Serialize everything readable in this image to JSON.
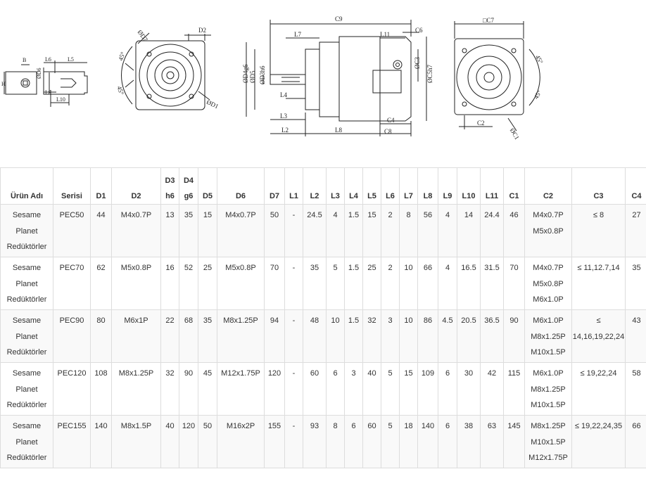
{
  "drawing": {
    "labels": {
      "B": "B",
      "H": "H",
      "L6": "L6",
      "L5": "L5",
      "D6": "ØD6",
      "L9": "L9",
      "L10": "L10",
      "D2": "D2",
      "D7": "ØD7",
      "D1": "ØD1",
      "a45": "45°",
      "C9": "C9",
      "L7": "L7",
      "L11": "L11",
      "C6": "C6",
      "D4": "ØD4g6",
      "D5": "ØD5",
      "D3": "ØD3h6",
      "L4": "L4",
      "L3": "L3",
      "L2": "L2",
      "L8": "L8",
      "C3": "ØC3",
      "C5": "ØC5h7",
      "C4": "C4",
      "C8": "C8",
      "C7": "□C7",
      "C2": "C2",
      "C1": "ØC1"
    }
  },
  "table": {
    "headers": [
      [
        "Ürün Adı"
      ],
      [
        "Serisi"
      ],
      [
        "D1"
      ],
      [
        "D2"
      ],
      [
        "D3",
        "h6"
      ],
      [
        "D4",
        "g6"
      ],
      [
        "D5"
      ],
      [
        "D6"
      ],
      [
        "D7"
      ],
      [
        "L1"
      ],
      [
        "L2"
      ],
      [
        "L3"
      ],
      [
        "L4"
      ],
      [
        "L5"
      ],
      [
        "L6"
      ],
      [
        "L7"
      ],
      [
        "L8"
      ],
      [
        "L9"
      ],
      [
        "L10"
      ],
      [
        "L11"
      ],
      [
        "C1"
      ],
      [
        "C2"
      ],
      [
        "C3"
      ],
      [
        "C4"
      ]
    ],
    "rows": [
      [
        [
          "Sesame",
          "Planet",
          "Redüktörler"
        ],
        [
          "PEC50"
        ],
        [
          "44"
        ],
        [
          "M4x0.7P"
        ],
        [
          "13"
        ],
        [
          "35"
        ],
        [
          "15"
        ],
        [
          "M4x0.7P"
        ],
        [
          "50"
        ],
        [
          "-"
        ],
        [
          "24.5"
        ],
        [
          "4"
        ],
        [
          "1.5"
        ],
        [
          "15"
        ],
        [
          "2"
        ],
        [
          "8"
        ],
        [
          "56"
        ],
        [
          "4"
        ],
        [
          "14"
        ],
        [
          "24.4"
        ],
        [
          "46"
        ],
        [
          "M4x0.7P",
          "M5x0.8P"
        ],
        [
          "≤ 8"
        ],
        [
          "27"
        ]
      ],
      [
        [
          "Sesame",
          "Planet",
          "Redüktörler"
        ],
        [
          "PEC70"
        ],
        [
          "62"
        ],
        [
          "M5x0.8P"
        ],
        [
          "16"
        ],
        [
          "52"
        ],
        [
          "25"
        ],
        [
          "M5x0.8P"
        ],
        [
          "70"
        ],
        [
          "-"
        ],
        [
          "35"
        ],
        [
          "5"
        ],
        [
          "1.5"
        ],
        [
          "25"
        ],
        [
          "2"
        ],
        [
          "10"
        ],
        [
          "66"
        ],
        [
          "4"
        ],
        [
          "16.5"
        ],
        [
          "31.5"
        ],
        [
          "70"
        ],
        [
          "M4x0.7P",
          "M5x0.8P",
          "M6x1.0P"
        ],
        [
          "≤ 11,12.7,14"
        ],
        [
          "35"
        ]
      ],
      [
        [
          "Sesame",
          "Planet",
          "Redüktörler"
        ],
        [
          "PEC90"
        ],
        [
          "80"
        ],
        [
          "M6x1P"
        ],
        [
          "22"
        ],
        [
          "68"
        ],
        [
          "35"
        ],
        [
          "M8x1.25P"
        ],
        [
          "94"
        ],
        [
          "-"
        ],
        [
          "48"
        ],
        [
          "10"
        ],
        [
          "1.5"
        ],
        [
          "32"
        ],
        [
          "3"
        ],
        [
          "10"
        ],
        [
          "86"
        ],
        [
          "4.5"
        ],
        [
          "20.5"
        ],
        [
          "36.5"
        ],
        [
          "90"
        ],
        [
          "M6x1.0P",
          "M8x1.25P",
          "M10x1.5P"
        ],
        [
          "≤",
          "14,16,19,22,24"
        ],
        [
          "43"
        ]
      ],
      [
        [
          "Sesame",
          "Planet",
          "Redüktörler"
        ],
        [
          "PEC120"
        ],
        [
          "108"
        ],
        [
          "M8x1.25P"
        ],
        [
          "32"
        ],
        [
          "90"
        ],
        [
          "45"
        ],
        [
          "M12x1.75P"
        ],
        [
          "120"
        ],
        [
          "-"
        ],
        [
          "60"
        ],
        [
          "6"
        ],
        [
          "3"
        ],
        [
          "40"
        ],
        [
          "5"
        ],
        [
          "15"
        ],
        [
          "109"
        ],
        [
          "6"
        ],
        [
          "30"
        ],
        [
          "42"
        ],
        [
          "115"
        ],
        [
          "M6x1.0P",
          "M8x1.25P",
          "M10x1.5P"
        ],
        [
          "≤ 19,22,24"
        ],
        [
          "58"
        ]
      ],
      [
        [
          "Sesame",
          "Planet",
          "Redüktörler"
        ],
        [
          "PEC155"
        ],
        [
          "140"
        ],
        [
          "M8x1.5P"
        ],
        [
          "40"
        ],
        [
          "120"
        ],
        [
          "50"
        ],
        [
          "M16x2P"
        ],
        [
          "155"
        ],
        [
          "-"
        ],
        [
          "93"
        ],
        [
          "8"
        ],
        [
          "6"
        ],
        [
          "60"
        ],
        [
          "5"
        ],
        [
          "18"
        ],
        [
          "140"
        ],
        [
          "6"
        ],
        [
          "38"
        ],
        [
          "63"
        ],
        [
          "145"
        ],
        [
          "M8x1.25P",
          "M10x1.5P",
          "M12x1.75P"
        ],
        [
          "≤ 19,22,24,35"
        ],
        [
          "66"
        ]
      ]
    ]
  }
}
